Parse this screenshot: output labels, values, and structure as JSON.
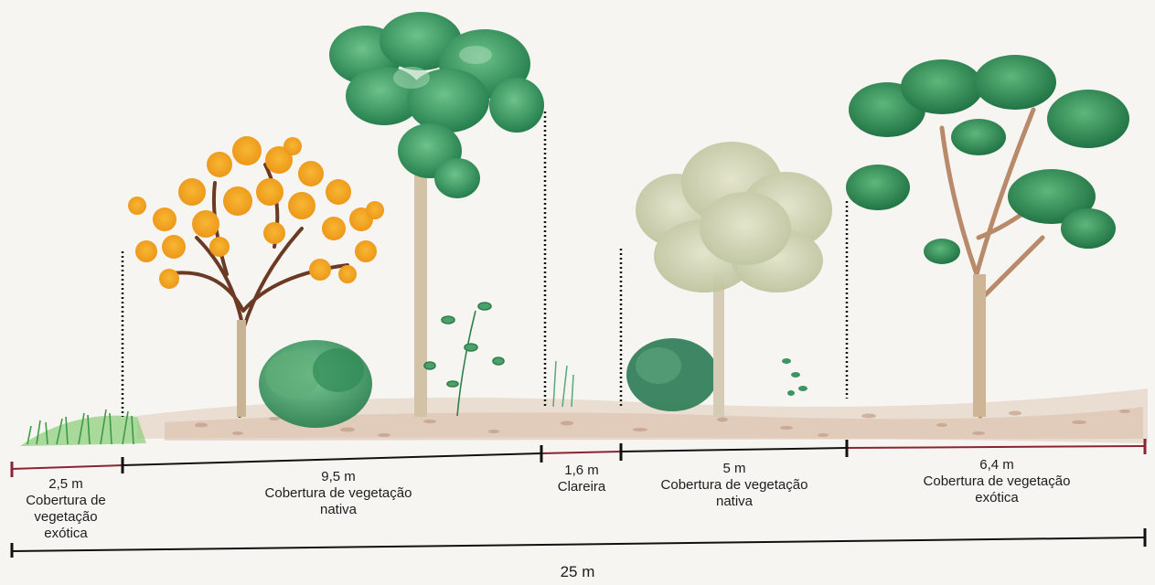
{
  "segments": [
    {
      "length": "2,5 m",
      "description": "Cobertura de\nvegetação\nexótica"
    },
    {
      "length": "9,5 m",
      "description": "Cobertura de vegetação\nnativa"
    },
    {
      "length": "1,6 m",
      "description": "Clareira"
    },
    {
      "length": "5 m",
      "description": "Cobertura de vegetação\nnativa"
    },
    {
      "length": "6,4 m",
      "description": "Cobertura de vegetação\nexótica"
    }
  ],
  "total": "25 m",
  "colors": {
    "measure_line_native": "#111111",
    "measure_line_exotic": "#8a2433",
    "foliage_yellow": "#f2a81c",
    "foliage_green": "#2f8a55",
    "foliage_pale": "#c9ccaa",
    "trunk": "#c9b799",
    "ground_litter": "#c9a58c"
  },
  "icons": [
    "ipe-tree-icon",
    "tall-native-tree-icon",
    "pale-tree-icon",
    "eucalyptus-tree-icon",
    "shrub-icon",
    "grass-icon"
  ]
}
